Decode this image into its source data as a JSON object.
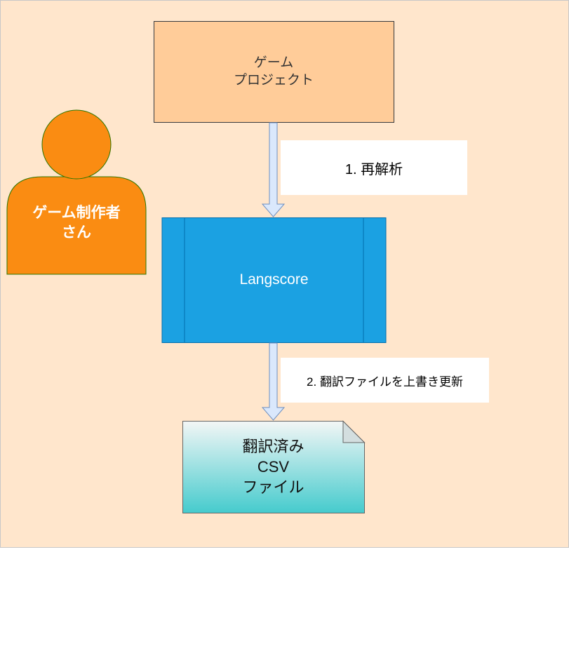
{
  "nodes": {
    "game_project": {
      "label": "ゲーム\nプロジェクト"
    },
    "langscore": {
      "label": "Langscore"
    },
    "csv_file": {
      "label": "翻訳済み\nCSV\nファイル"
    },
    "actor": {
      "label": "ゲーム制作者\nさん"
    }
  },
  "edges": {
    "step1": {
      "label": "1. 再解析"
    },
    "step2": {
      "label": "2. 翻訳ファイルを上書き更新"
    }
  },
  "colors": {
    "background": "#ffe6cc",
    "game_project": "#ffcc99",
    "langscore": "#1ba1e2",
    "actor": "#fa8c12",
    "arrow": "#dae8fc"
  }
}
